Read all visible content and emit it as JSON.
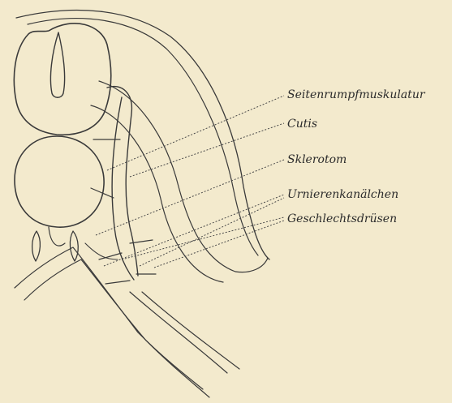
{
  "labels": {
    "seitenrumpfmuskulatur": "Seitenrumpfmuskulatur",
    "cutis": "Cutis",
    "sklerotom": "Sklerotom",
    "urnierenkanaelchen": "Urnierenkanälchen",
    "geschlechtsdruesen": "Geschlechtsdrüsen"
  },
  "colors": {
    "paper": "#f3eacd",
    "ink": "#3a3a3a"
  }
}
